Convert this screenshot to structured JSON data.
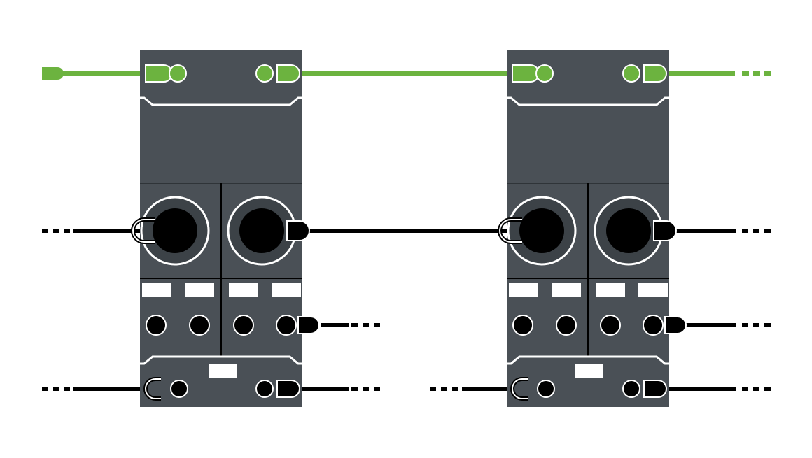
{
  "diagram": {
    "kind": "daisy-chained connector modules",
    "modules": [
      {
        "id": "module-1",
        "label": ""
      },
      {
        "id": "module-2",
        "label": ""
      }
    ],
    "colors": {
      "background": "#ffffff",
      "module_body": "#4a5056",
      "module_dark": "#3c4247",
      "port_ring": "#ffffff",
      "port_hole": "#000000",
      "bus_line": "#6cb33f",
      "signal_line": "#000000",
      "label_plate": "#ffffff"
    },
    "lines": [
      {
        "id": "bus-line",
        "color": "green",
        "style": "top bus chain"
      },
      {
        "id": "power-line",
        "color": "black",
        "style": "middle chain"
      },
      {
        "id": "io-line-1",
        "color": "black",
        "style": "io dashed stub"
      },
      {
        "id": "io-line-2",
        "color": "black",
        "style": "io dashed stub"
      },
      {
        "id": "aux-line-1",
        "color": "black",
        "style": "bottom chain"
      },
      {
        "id": "aux-line-2",
        "color": "black",
        "style": "bottom chain"
      }
    ]
  }
}
